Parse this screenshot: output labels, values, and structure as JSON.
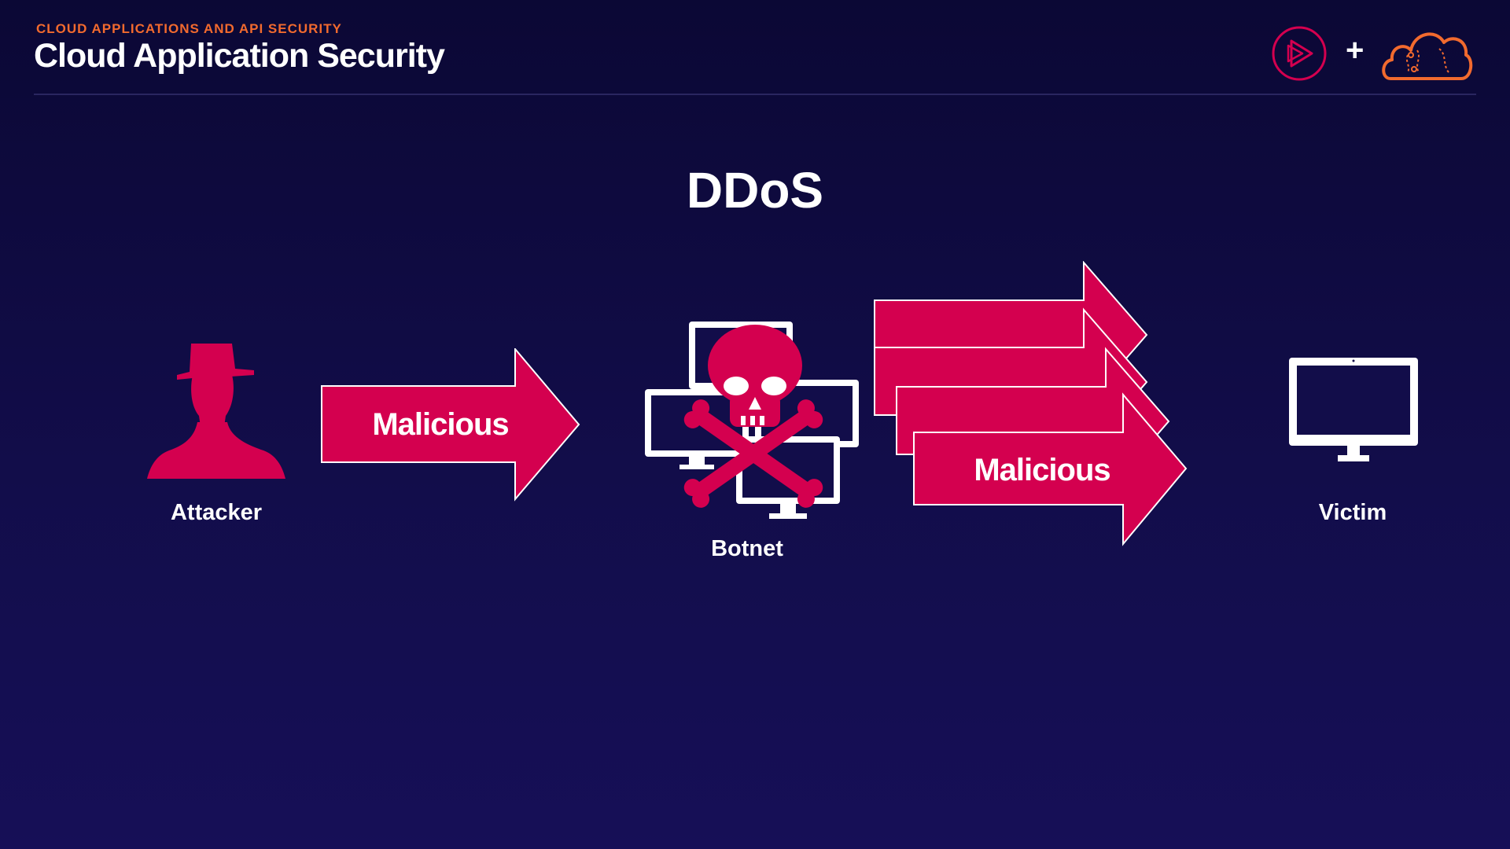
{
  "header": {
    "eyebrow": "CLOUD APPLICATIONS AND API SECURITY",
    "title": "Cloud Application Security",
    "logo_separator": "+"
  },
  "colors": {
    "accent": "#d4004f",
    "eyebrow": "#f26a2e",
    "background_top": "#0b0835",
    "background_bottom": "#160f57",
    "icon_white": "#ffffff"
  },
  "diagram": {
    "title": "DDoS",
    "nodes": {
      "attacker": {
        "label": "Attacker",
        "icon": "person-with-hat-icon"
      },
      "botnet": {
        "label": "Botnet",
        "icon": "skull-crossbones-computers-icon"
      },
      "victim": {
        "label": "Victim",
        "icon": "monitor-icon"
      }
    },
    "edges": [
      {
        "from": "attacker",
        "to": "botnet",
        "label": "Malicious",
        "count": 1
      },
      {
        "from": "botnet",
        "to": "victim",
        "label": "Malicious",
        "count": 4
      }
    ]
  }
}
